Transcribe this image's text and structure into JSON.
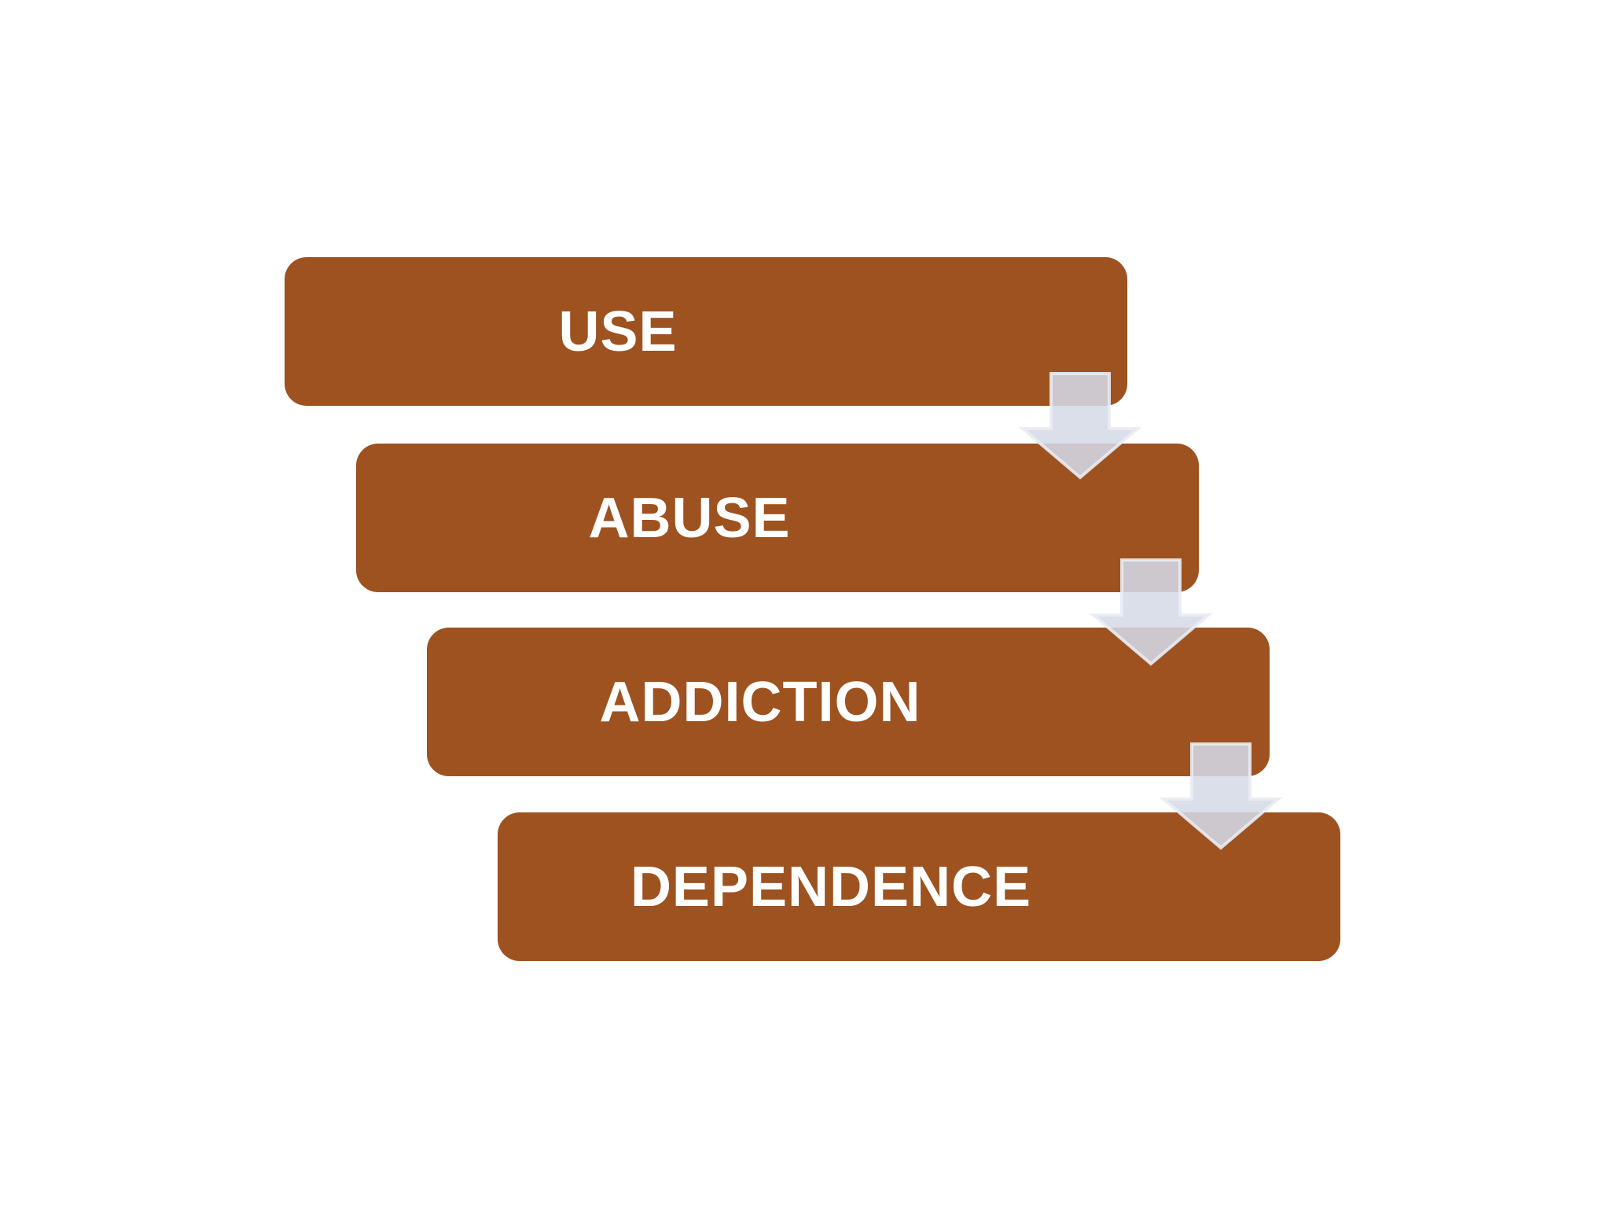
{
  "diagram": {
    "type": "staircase-process",
    "steps": [
      {
        "label": "USE"
      },
      {
        "label": "ABUSE"
      },
      {
        "label": "ADDICTION"
      },
      {
        "label": "DEPENDENCE"
      }
    ],
    "connectors": [
      {
        "from": "USE",
        "to": "ABUSE",
        "icon": "down-arrow"
      },
      {
        "from": "ABUSE",
        "to": "ADDICTION",
        "icon": "down-arrow"
      },
      {
        "from": "ADDICTION",
        "to": "DEPENDENCE",
        "icon": "down-arrow"
      }
    ],
    "colors": {
      "background": "#ffffff",
      "box": "#9d5220",
      "label_text": "#ffffff",
      "arrow_fill": "#d5dae7",
      "arrow_stroke": "#e9ecf4"
    }
  }
}
